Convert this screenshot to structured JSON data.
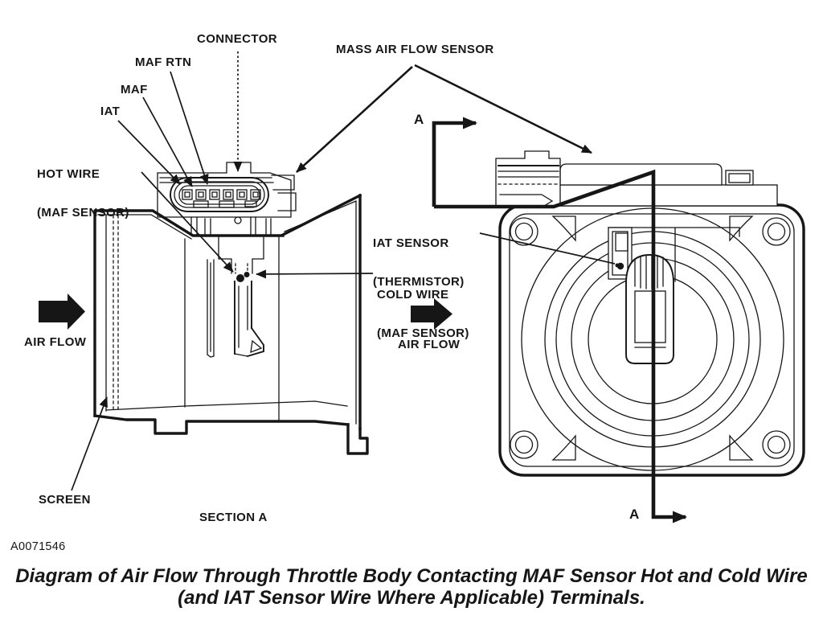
{
  "page": {
    "background": "#ffffff",
    "ink_color": "#161616",
    "part_code": "A0071546",
    "caption": {
      "line1": "Diagram of Air Flow Through Throttle Body Contacting MAF Sensor Hot and Cold Wire",
      "line2": "(and IAT Sensor Wire Where Applicable) Terminals."
    }
  },
  "section_view": {
    "title": "SECTION A",
    "labels": {
      "connector": "CONNECTOR",
      "maf_rtn": "MAF RTN",
      "maf": "MAF",
      "iat": "IAT",
      "hot_wire": [
        "HOT WIRE",
        "(MAF SENSOR)"
      ],
      "cold_wire": [
        "COLD WIRE",
        "(MAF SENSOR)"
      ],
      "screen": "SCREEN",
      "air_flow": "AIR FLOW"
    }
  },
  "front_view": {
    "labels": {
      "mass_air_flow_sensor": "MASS AIR FLOW SENSOR",
      "iat_sensor": [
        "IAT SENSOR",
        "(THERMISTOR)"
      ],
      "air_flow": "AIR FLOW",
      "section_marker_top": "A",
      "section_marker_bottom": "A"
    }
  }
}
